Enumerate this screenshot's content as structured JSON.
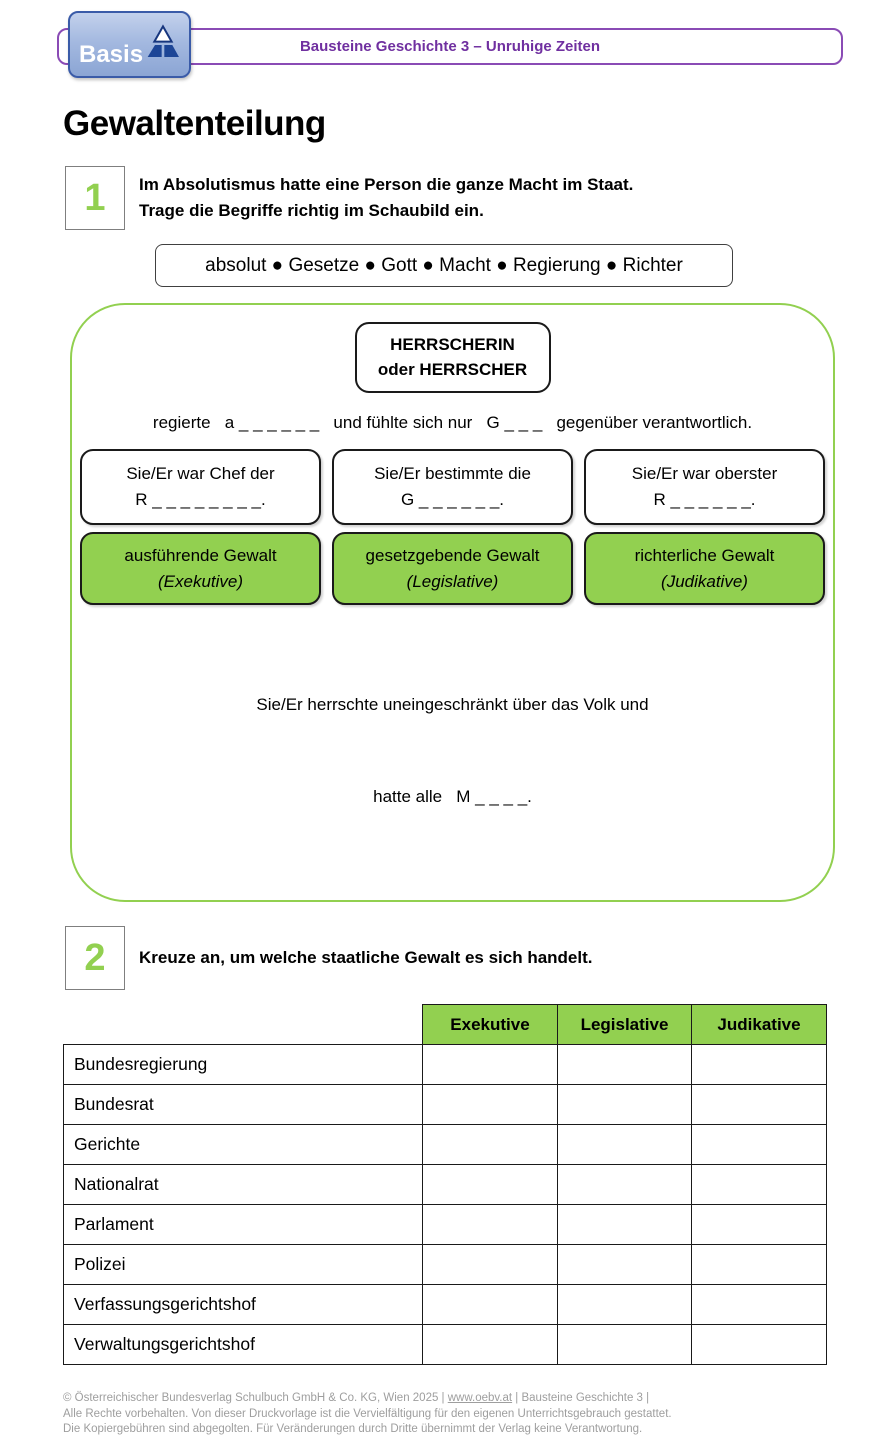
{
  "header": {
    "badge_label": "Basis",
    "title": "Bausteine Geschichte 3 – Unruhige Zeiten"
  },
  "page_title": "Gewaltenteilung",
  "task1": {
    "number": "1",
    "instruction_line1": "Im Absolutismus hatte eine Person die ganze Macht im Staat.",
    "instruction_line2": "Trage die Begriffe richtig im Schaubild ein.",
    "word_bank": "absolut ● Gesetze ● Gott ● Macht ● Regierung ● Richter"
  },
  "diagram": {
    "ruler_line1": "HERRSCHERIN",
    "ruler_line2": "oder HERRSCHER",
    "sentence1": "regierte   a _ _ _ _ _ _   und fühlte sich nur   G _ _ _   gegenüber verantwortlich.",
    "columns": [
      {
        "role_line1": "Sie/Er war Chef der",
        "role_line2": "R _ _ _ _ _ _ _ _.",
        "power": "ausführende Gewalt",
        "power_latin": "(Exekutive)"
      },
      {
        "role_line1": "Sie/Er bestimmte die",
        "role_line2": "G _ _ _ _ _ _.",
        "power": "gesetzgebende Gewalt",
        "power_latin": "(Legislative)"
      },
      {
        "role_line1": "Sie/Er war oberster",
        "role_line2": "R _ _ _ _ _ _.",
        "power": "richterliche Gewalt",
        "power_latin": "(Judikative)"
      }
    ],
    "sentence2_line1": "Sie/Er herrschte uneingeschränkt über das Volk und",
    "sentence2_line2": "hatte alle   M _ _ _ _."
  },
  "task2": {
    "number": "2",
    "instruction": "Kreuze an, um welche staatliche Gewalt es sich handelt."
  },
  "table": {
    "column_headers": [
      "Exekutive",
      "Legislative",
      "Judikative"
    ],
    "rows": [
      "Bundesregierung",
      "Bundesrat",
      "Gerichte",
      "Nationalrat",
      "Parlament",
      "Polizei",
      "Verfassungsgerichtshof",
      "Verwaltungsgerichtshof"
    ]
  },
  "footer": {
    "line1_prefix": "© Österreichischer Bundesverlag Schulbuch GmbH & Co. KG, Wien 2025 | ",
    "link": "www.oebv.at",
    "line1_suffix": " | Bausteine Geschichte 3 |",
    "line2": "Alle Rechte vorbehalten. Von dieser Druckvorlage ist die Vervielfältigung für den eigenen Unterrichtsgebrauch gestattet.",
    "line3": "Die Kopiergebühren sind abgegolten. Für Veränderungen durch Dritte übernimmt der Verlag keine Verantwortung."
  },
  "colors": {
    "accent_green": "#92d050",
    "accent_purple": "#7030a0",
    "logo_blue": "#3a5ba8"
  }
}
